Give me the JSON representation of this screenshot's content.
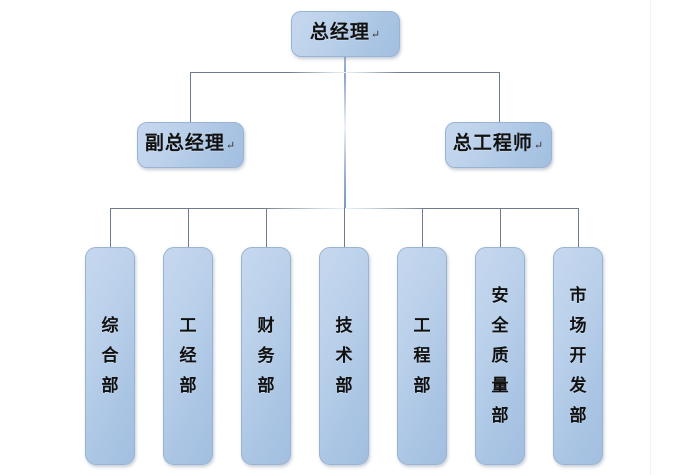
{
  "diagram": {
    "type": "org-chart",
    "title_text": "总经理",
    "return_mark": "↵",
    "colors": {
      "box_fill_light": "#c6d8ef",
      "box_fill_dark": "#a3bfe0",
      "box_border": "#9ab3d3",
      "connector": "#6d7b8d",
      "background": "#ffffff",
      "text": "#111111"
    },
    "levels": {
      "level1": {
        "name": "executive",
        "nodes": [
          {
            "id": "gm",
            "label": "总经理",
            "mark": "↵"
          }
        ]
      },
      "level2": {
        "name": "senior-management",
        "nodes": [
          {
            "id": "deputy-gm",
            "label": "副总经理",
            "mark": "↵"
          },
          {
            "id": "chief-engineer",
            "label": "总工程师",
            "mark": "↵"
          }
        ]
      },
      "level3": {
        "name": "departments",
        "nodes": [
          {
            "id": "dept-general-affairs",
            "label": "综合部",
            "chars": [
              "综",
              "合",
              "部"
            ],
            "mark": "↵"
          },
          {
            "id": "dept-engineering-economics",
            "label": "工经部",
            "chars": [
              "工",
              "经",
              "部"
            ],
            "mark": "↵"
          },
          {
            "id": "dept-finance",
            "label": "财务部",
            "chars": [
              "财",
              "务",
              "部"
            ],
            "mark": "↵"
          },
          {
            "id": "dept-technology",
            "label": "技术部",
            "chars": [
              "技",
              "术",
              "部"
            ],
            "mark": "↵"
          },
          {
            "id": "dept-engineering",
            "label": "工程部",
            "chars": [
              "工",
              "程",
              "部"
            ],
            "mark": "↵"
          },
          {
            "id": "dept-safety-quality",
            "label": "安全质量部",
            "chars": [
              "安",
              "全",
              "质",
              "量",
              "部"
            ],
            "mark": "↵"
          },
          {
            "id": "dept-market-development",
            "label": "市场开发部",
            "chars": [
              "市",
              "场",
              "开",
              "发",
              "部"
            ],
            "mark": "↵"
          }
        ]
      }
    }
  }
}
